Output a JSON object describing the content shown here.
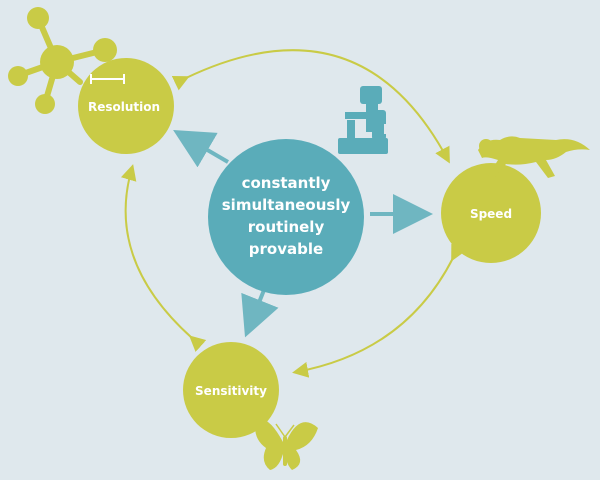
{
  "colors": {
    "background": "#dfe8ed",
    "accent_teal": "#5aacb9",
    "accent_yellow_green": "#c9cb46",
    "arrow_teal": "#6fb6c1",
    "arrow_yellow_green": "#c9cb46",
    "text_white": "#ffffff",
    "scale_bar": "#ffffff"
  },
  "center": {
    "lines": [
      "constantly",
      "simultaneously",
      "routinely",
      "provable"
    ]
  },
  "nodes": {
    "resolution": {
      "label": "Resolution"
    },
    "speed": {
      "label": "Speed"
    },
    "sensitivity": {
      "label": "Sensitivity"
    }
  },
  "icons": {
    "molecule": "molecule-icon",
    "scale_bar": "scale-bar-icon",
    "microscope": "microscope-icon",
    "cheetah": "cheetah-icon",
    "butterfly": "butterfly-icon"
  }
}
